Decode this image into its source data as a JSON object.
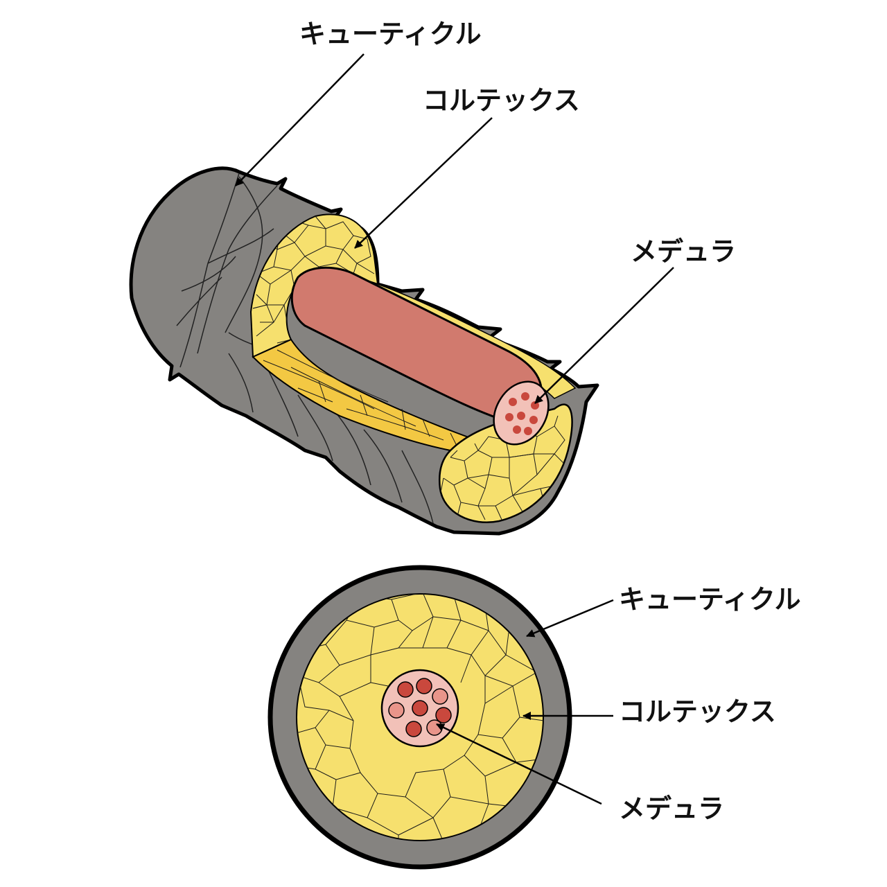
{
  "colors": {
    "cuticle": "#858380",
    "cortex_light": "#f6e06e",
    "cortex_fiber": "#f3c843",
    "medulla": "#d17a6e",
    "medulla_face": "#f2c1b8",
    "medulla_cell": "#c9483d",
    "outline": "#000000"
  },
  "strand_view": {
    "labels": {
      "cuticle": "キューティクル",
      "cortex": "コルテックス",
      "medulla": "メデュラ"
    }
  },
  "cross_section": {
    "labels": {
      "cuticle": "キューティクル",
      "cortex": "コルテックス",
      "medulla": "メデュラ"
    }
  }
}
